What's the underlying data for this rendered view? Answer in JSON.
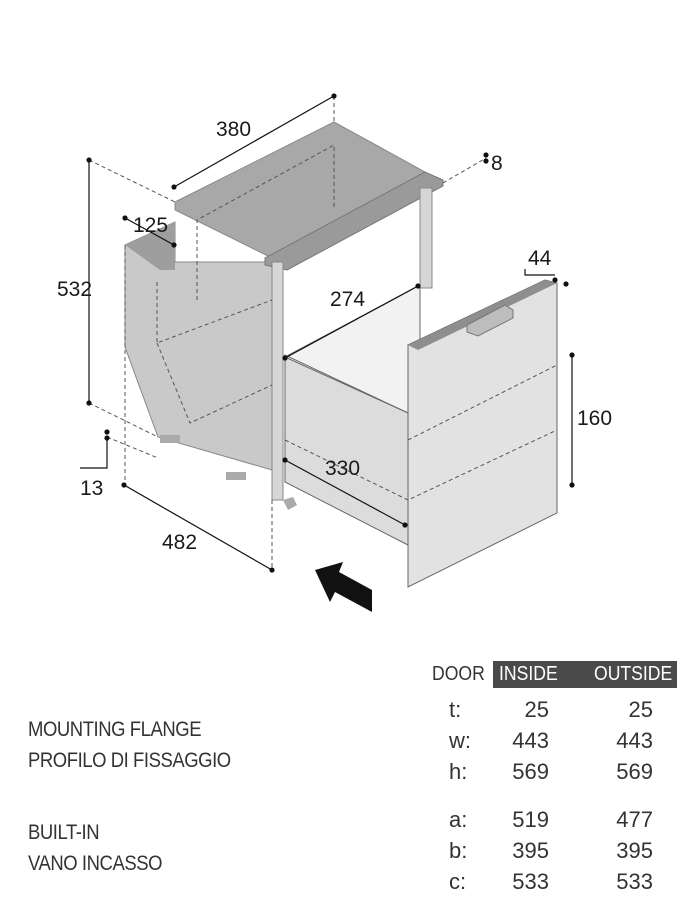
{
  "diagram": {
    "dimensions": {
      "width_top": "380",
      "flange_gap": "8",
      "height": "532",
      "step_depth": "125",
      "handle_depth": "44",
      "inner_width": "274",
      "drawer_height": "160",
      "drawer_depth": "330",
      "base_offset": "13",
      "depth": "482"
    },
    "colors": {
      "body": "#c8c8c8",
      "top": "#a9a9a9",
      "door": "#e2e2e2",
      "arrow": "#111111"
    }
  },
  "labels": {
    "mounting_flange": "MOUNTING FLANGE",
    "profilo": "PROFILO DI FISSAGGIO",
    "built_in": "BUILT-IN",
    "vano": "VANO INCASSO"
  },
  "table": {
    "door_label": "DOOR",
    "headers": [
      "INSIDE",
      "OUTSIDE"
    ],
    "rows": [
      {
        "key": "t:",
        "inside": "25",
        "outside": "25"
      },
      {
        "key": "w:",
        "inside": "443",
        "outside": "443"
      },
      {
        "key": "h:",
        "inside": "569",
        "outside": "569"
      },
      {
        "key": "a:",
        "inside": "519",
        "outside": "477"
      },
      {
        "key": "b:",
        "inside": "395",
        "outside": "395"
      },
      {
        "key": "c:",
        "inside": "533",
        "outside": "533"
      }
    ]
  }
}
